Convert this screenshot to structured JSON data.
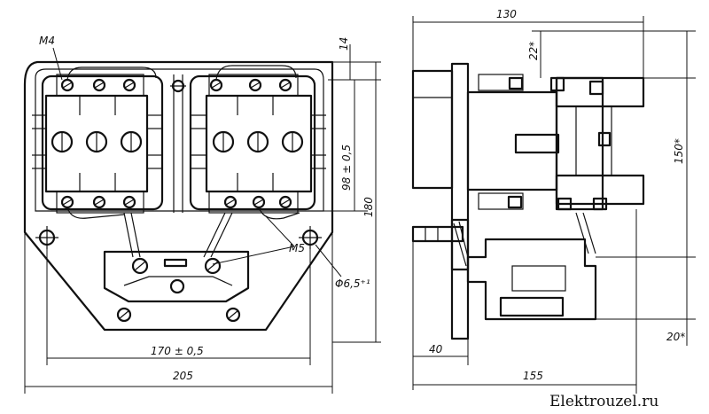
{
  "drawing": {
    "front_view": {
      "labels": {
        "thread_top": "M4",
        "thread_side": "M5",
        "hole_dia": "Φ6,5⁺¹"
      },
      "dims": {
        "top_offset": "14",
        "height_inner": "98 ± 0,5",
        "height_total": "180",
        "mount_width": "170 ± 0,5",
        "total_width": "205"
      }
    },
    "side_view": {
      "dims": {
        "width_top": "130",
        "top_offset": "22*",
        "height": "150*",
        "bottom_offset": "20*",
        "base_depth": "40",
        "total_depth": "155"
      }
    }
  },
  "watermark": "Elektrouzel.ru"
}
